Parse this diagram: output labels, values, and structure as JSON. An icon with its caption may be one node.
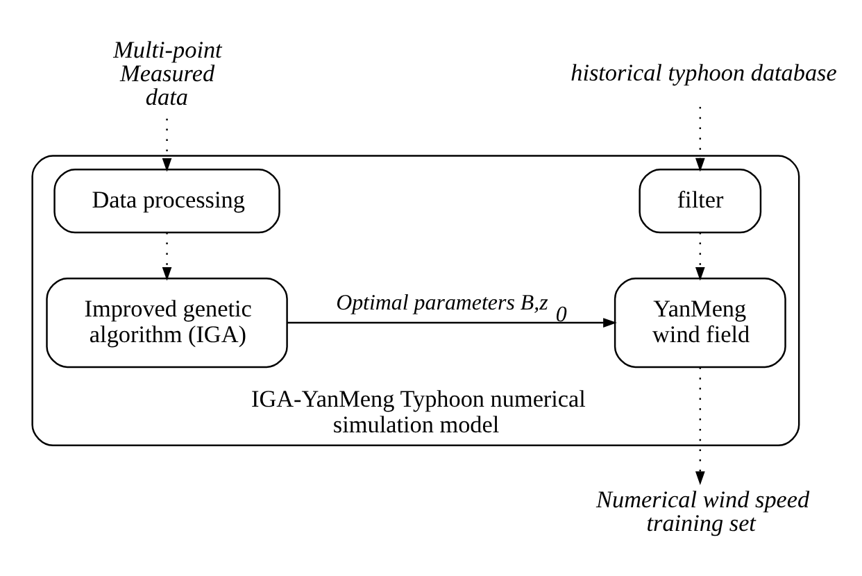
{
  "diagram": {
    "nodes": [
      {
        "text": [
          "Multi-point Measured data"
        ]
      },
      {
        "text": [
          "historical typhoon database"
        ]
      },
      {
        "text": [
          "IGA-YanMeng Typhoon numerical simulation model"
        ]
      },
      {
        "text": [
          "Data processing"
        ],
        "in": 2
      },
      {
        "text": [
          "filter"
        ],
        "in": 2
      },
      {
        "text": [
          "Improved genetic algorithm (IGA)"
        ],
        "in": 2
      },
      {
        "text": [
          "YanMeng wind field"
        ],
        "in": 2
      },
      {
        "text": [
          "Numerical wind speed training set"
        ]
      }
    ],
    "edges": [
      {
        "from": 0,
        "to": 3,
        "arrow": "to",
        "style": "dashed"
      },
      {
        "from": 1,
        "to": 4,
        "arrow": "to",
        "style": "dashed"
      },
      {
        "from": 3,
        "to": 5,
        "arrow": "to",
        "style": "dashed"
      },
      {
        "from": 4,
        "to": 6,
        "arrow": "to",
        "style": "dashed"
      },
      {
        "from": 5,
        "to": 6,
        "arrow": "to",
        "label": "Optimal parameters B,z$_{0}$"
      },
      {
        "from": 6,
        "to": 7,
        "arrow": "to",
        "style": "dashed"
      }
    ]
  }
}
